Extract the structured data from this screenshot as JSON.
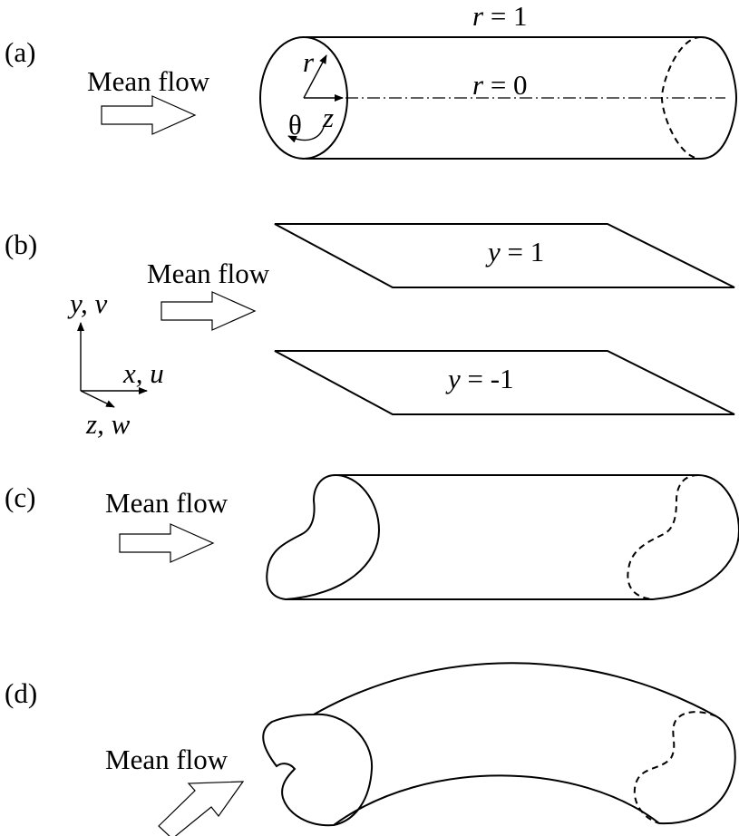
{
  "panels": {
    "a": {
      "label": "(a)",
      "mean_flow": "Mean flow",
      "r_top": "r",
      "r_top_eq": " = 1",
      "r_axis": "r",
      "r_axis_eq": " = 0",
      "coord_r": "r",
      "coord_z": "z",
      "coord_theta": "θ"
    },
    "b": {
      "label": "(b)",
      "mean_flow": "Mean flow",
      "y_top": "y",
      "y_top_eq": " = 1",
      "y_bot": "y",
      "y_bot_eq": " = -1",
      "axis_y": "y, v",
      "axis_x": "x, u",
      "axis_z": "z, w"
    },
    "c": {
      "label": "(c)",
      "mean_flow": "Mean flow"
    },
    "d": {
      "label": "(d)",
      "mean_flow": "Mean flow"
    }
  }
}
